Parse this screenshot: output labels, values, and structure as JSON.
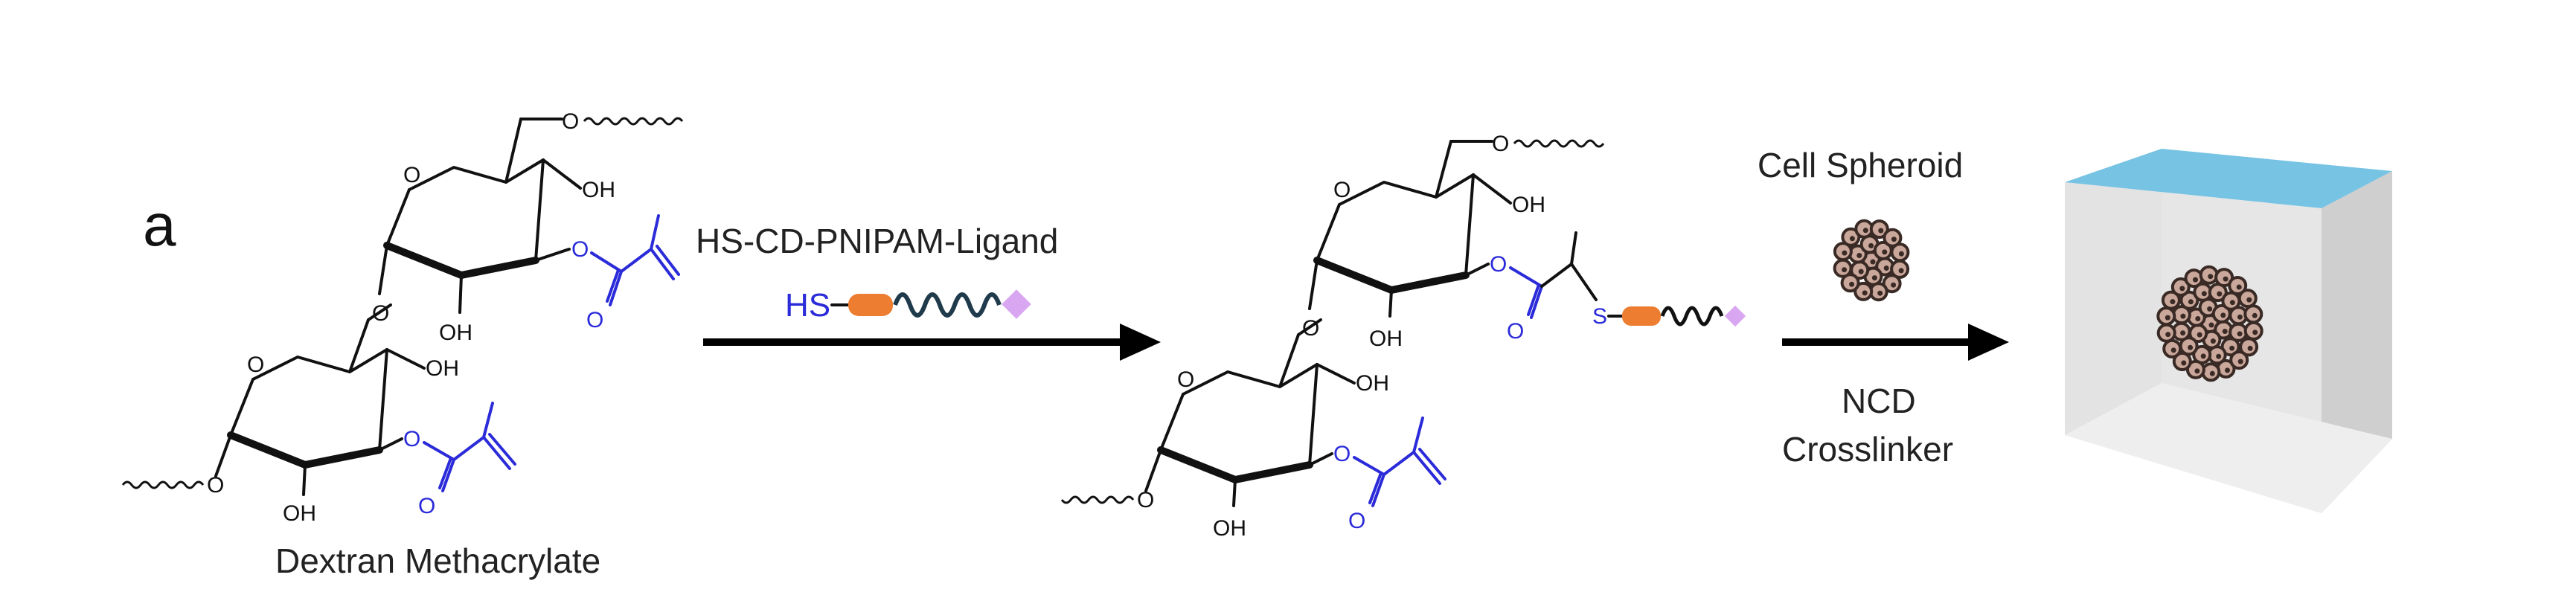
{
  "panel_label": "a",
  "reactant_label": "Dextran Methacrylate",
  "reagent_label": "HS-CD-PNIPAM-Ligand",
  "reagent_thiol": "HS",
  "product_thiol_atom": "S",
  "spheroid_label": "Cell Spheroid",
  "crosslinker_line1": "NCD",
  "crosslinker_line2": "Crosslinker",
  "atoms": {
    "oxygen": "O",
    "hydroxyl": "OH"
  },
  "colors": {
    "methacrylate": "#2b2bd9",
    "peptide_block": "#ed7d31",
    "ligand": "#d9a6f2",
    "polymer_chain": "#1f3a4a",
    "hydrogel_top": "#76c3e3",
    "cell_fill": "#c9a79a",
    "cell_outline": "#3a2a25"
  },
  "icons": {
    "reaction_arrow": "arrow-right-icon",
    "spheroid": "cell-spheroid-icon",
    "hydrogel": "hydrogel-cube-icon"
  }
}
